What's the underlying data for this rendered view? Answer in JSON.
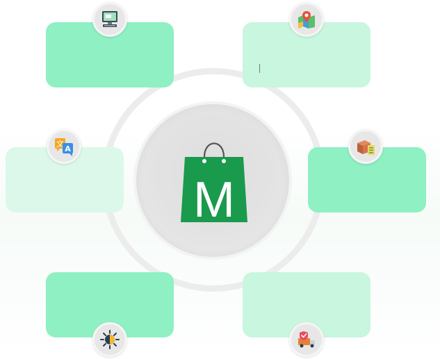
{
  "logo": {
    "letter": "M",
    "bag_color": "#1a9a4c",
    "letter_color": "#ffffff"
  },
  "colors": {
    "card_strong": "#8ef0c3",
    "card_light": "#c8f6df",
    "ring": "#ececec",
    "center": "#e0e0e0"
  },
  "nodes": [
    {
      "id": "top-left",
      "icon": "desktop-computer-icon"
    },
    {
      "id": "top-right",
      "icon": "map-location-pin-icon"
    },
    {
      "id": "middle-left",
      "icon": "translate-language-icon"
    },
    {
      "id": "middle-right",
      "icon": "package-box-checklist-icon"
    },
    {
      "id": "bottom-left",
      "icon": "brightness-sun-icon"
    },
    {
      "id": "bottom-right",
      "icon": "delivery-truck-shield-icon"
    }
  ]
}
